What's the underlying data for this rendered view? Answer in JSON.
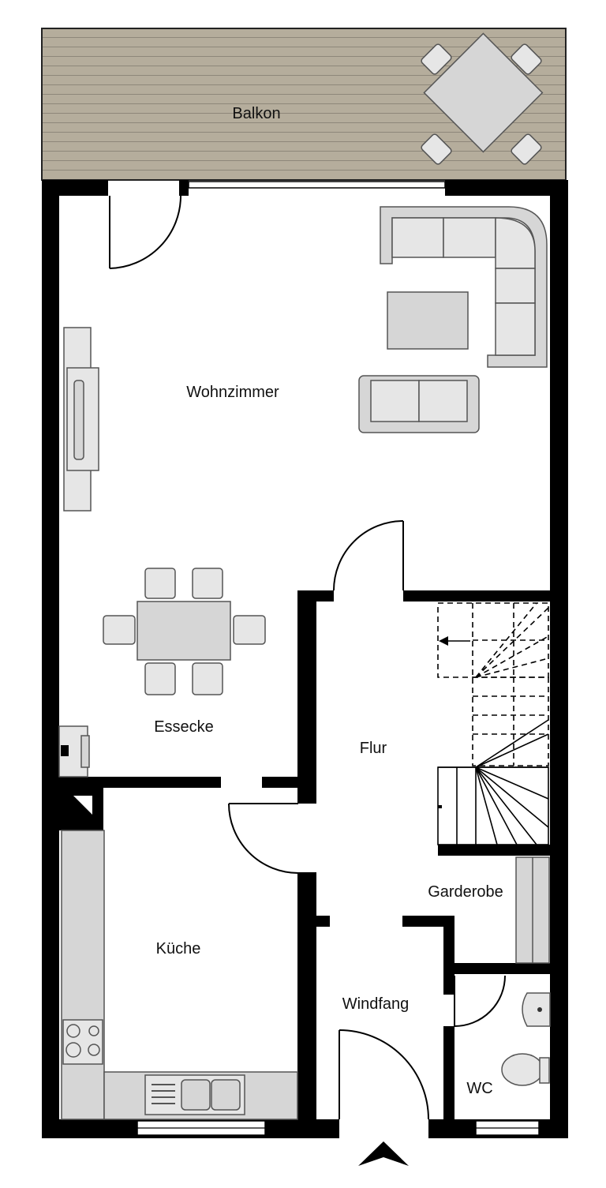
{
  "rooms": {
    "balkon": "Balkon",
    "wohnzimmer": "Wohnzimmer",
    "essecke": "Essecke",
    "flur": "Flur",
    "garderobe": "Garderobe",
    "kueche": "Küche",
    "windfang": "Windfang",
    "wc": "WC"
  },
  "icons": {
    "entrance": "entrance-arrow-icon"
  },
  "colors": {
    "wall": "#000000",
    "deck": "#b5ad9c",
    "furniture": "#d6d6d6",
    "floor": "#ffffff"
  }
}
